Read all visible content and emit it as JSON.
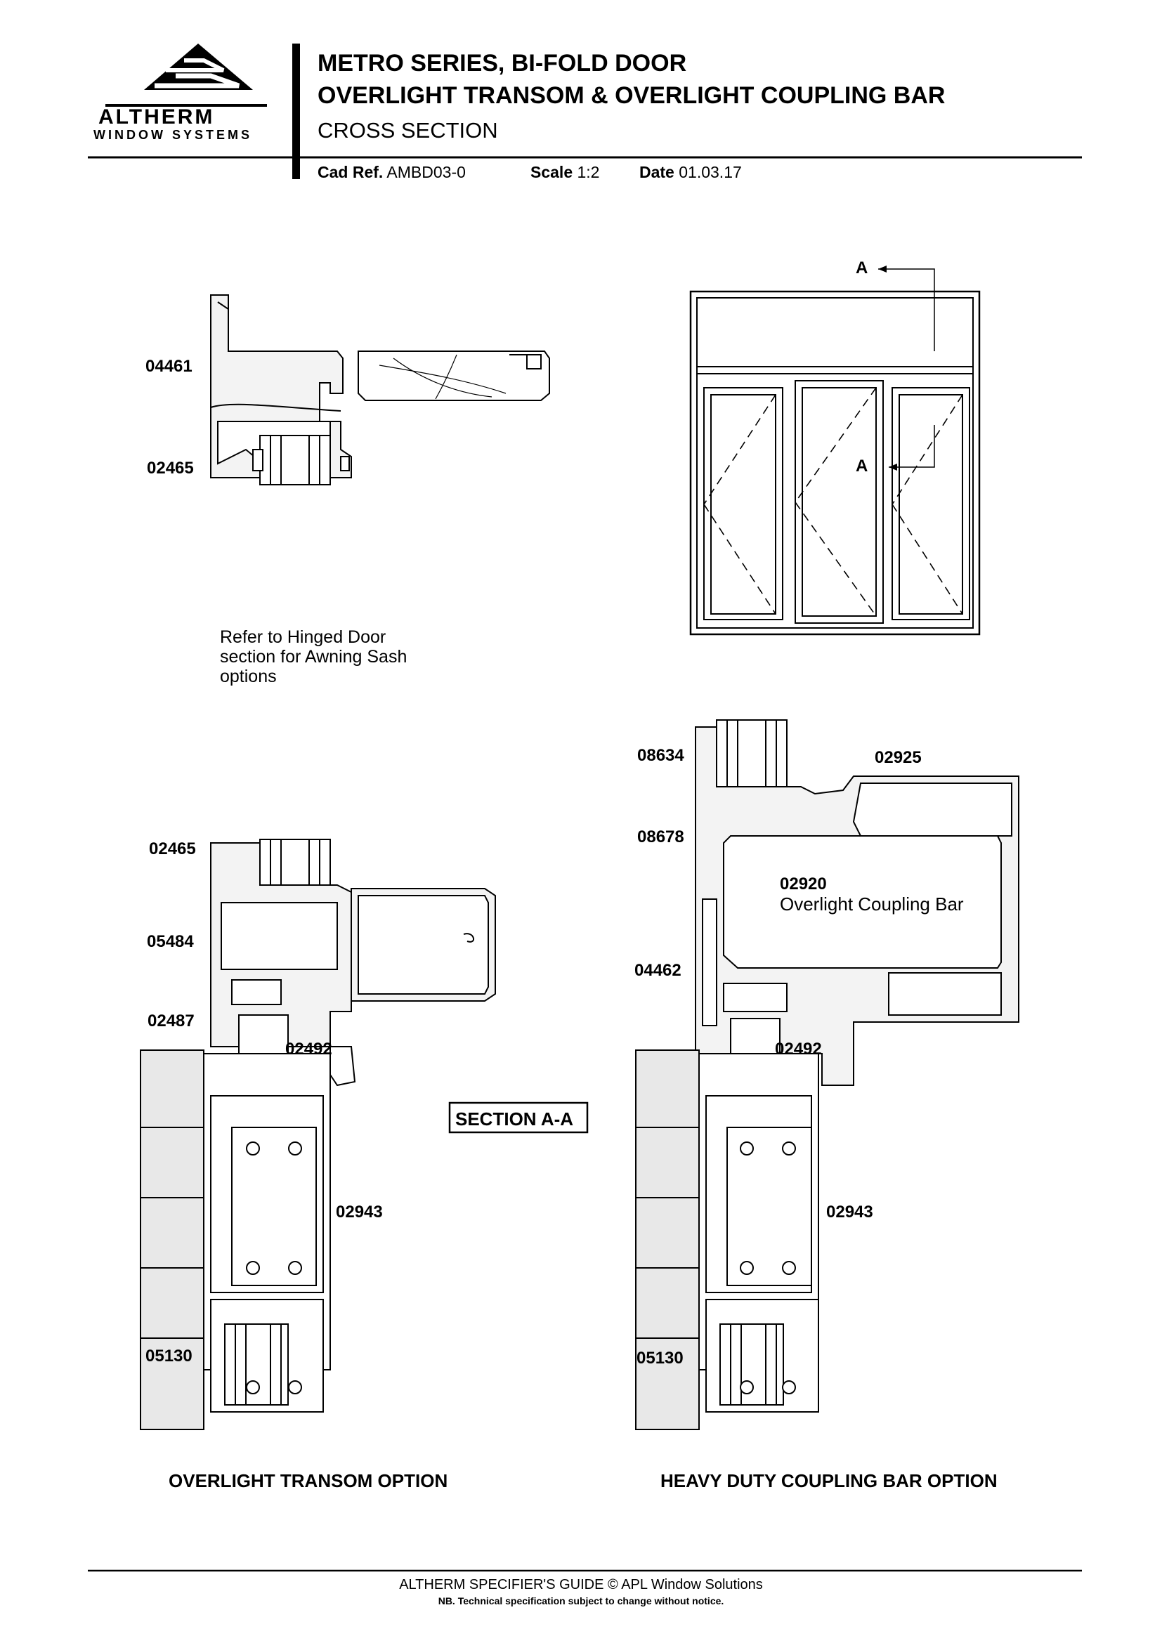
{
  "header": {
    "logo": {
      "brand": "ALTHERM",
      "tagline": "WINDOW SYSTEMS"
    },
    "title_line1": "METRO SERIES, BI-FOLD DOOR",
    "title_line2": "OVERLIGHT TRANSOM & OVERLIGHT COUPLING BAR",
    "subtitle": "CROSS SECTION",
    "cad_ref_label": "Cad Ref.",
    "cad_ref_value": "AMBD03-0",
    "scale_label": "Scale",
    "scale_value": "1:2",
    "date_label": "Date",
    "date_value": "01.03.17"
  },
  "top_left_section": {
    "labels": [
      "04461",
      "02465"
    ],
    "note": [
      "Refer to Hinged Door",
      "section for Awning Sash",
      "options"
    ]
  },
  "elevation": {
    "section_marker_top": "A",
    "section_marker_bottom": "A"
  },
  "section_label": "SECTION A-A",
  "transom_option": {
    "labels": [
      "02465",
      "05484",
      "02487",
      "02492",
      "02943",
      "05130"
    ],
    "caption": "OVERLIGHT TRANSOM OPTION"
  },
  "coupling_option": {
    "labels": [
      "08634",
      "02925",
      "08678",
      "02920",
      "04462",
      "02492",
      "02943",
      "05130"
    ],
    "coupling_bar_name": "Overlight Coupling Bar",
    "caption": "HEAVY DUTY COUPLING BAR OPTION"
  },
  "footer": {
    "line1": "ALTHERM SPECIFIER'S GUIDE  © APL Window Solutions",
    "line2": "NB. Technical specification subject to change without notice."
  }
}
